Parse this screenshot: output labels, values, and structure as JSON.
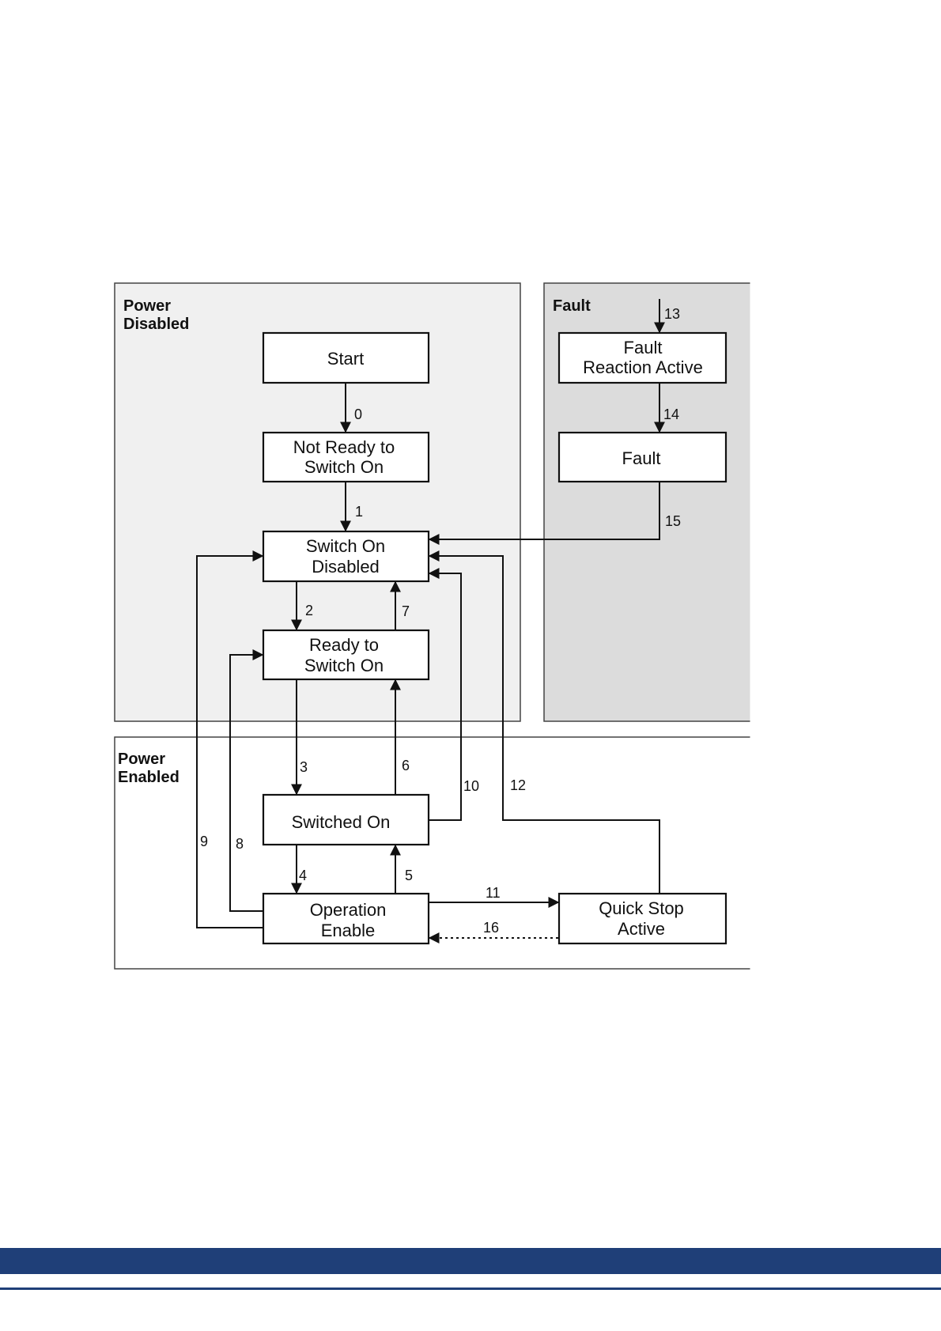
{
  "regions": {
    "power_disabled": {
      "line1": "Power",
      "line2": "Disabled"
    },
    "fault": {
      "label": "Fault"
    },
    "power_enabled": {
      "line1": "Power",
      "line2": "Enabled"
    }
  },
  "states": {
    "start": {
      "line1": "Start"
    },
    "not_ready": {
      "line1": "Not Ready to",
      "line2": "Switch On"
    },
    "switch_on_disabled": {
      "line1": "Switch On",
      "line2": "Disabled"
    },
    "ready_to_switch_on": {
      "line1": "Ready to",
      "line2": "Switch On"
    },
    "switched_on": {
      "line1": "Switched On"
    },
    "operation_enable": {
      "line1": "Operation",
      "line2": "Enable"
    },
    "quick_stop_active": {
      "line1": "Quick Stop",
      "line2": "Active"
    },
    "fault_reaction_active": {
      "line1": "Fault",
      "line2": "Reaction Active"
    },
    "fault": {
      "line1": "Fault"
    }
  },
  "transitions": {
    "t0": "0",
    "t1": "1",
    "t2": "2",
    "t3": "3",
    "t4": "4",
    "t5": "5",
    "t6": "6",
    "t7": "7",
    "t8": "8",
    "t9": "9",
    "t10": "10",
    "t11": "11",
    "t12": "12",
    "t13": "13",
    "t14": "14",
    "t15": "15",
    "t16": "16"
  },
  "colors": {
    "power_disabled_bg": "#f0f0f0",
    "fault_bg": "#dcdcdc",
    "power_enabled_bg": "#ffffff",
    "footer_band": "#1f3f78"
  }
}
